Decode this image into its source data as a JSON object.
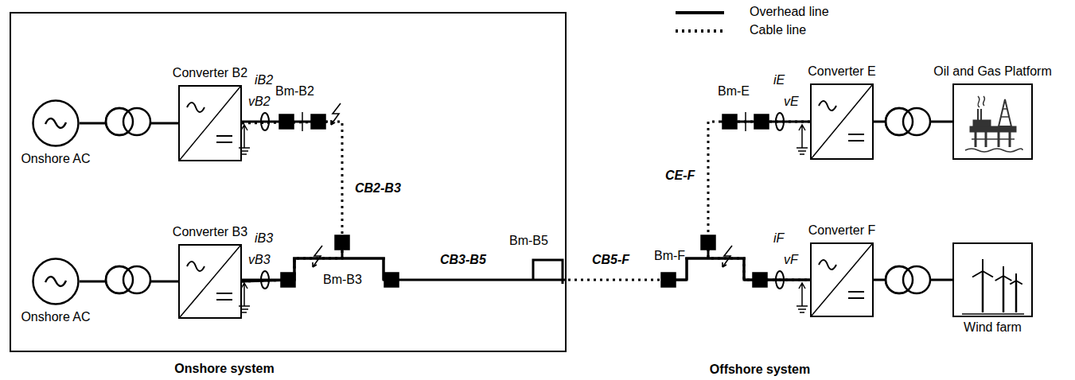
{
  "diagram": {
    "nodes": [
      {
        "text": [
          "Onshore system"
        ]
      },
      {
        "text": [
          "Onshore AC"
        ],
        "in": 0
      },
      {
        "text": [
          "Converter B2"
        ],
        "in": 0
      },
      {
        "text": [
          "Onshore AC"
        ],
        "in": 0
      },
      {
        "text": [
          "Converter B3"
        ],
        "in": 0
      },
      {
        "text": [
          "Converter E"
        ]
      },
      {
        "text": [
          "Oil and Gas Platform"
        ]
      },
      {
        "text": [
          "Converter F"
        ]
      },
      {
        "text": [
          "Wind farm"
        ]
      }
    ],
    "edges": [
      {
        "from": 1,
        "to": 2,
        "arrow": "none"
      },
      {
        "from": 3,
        "to": 4,
        "arrow": "none"
      },
      {
        "from": 2,
        "to": 4,
        "label": "CB2-B3",
        "arrow": "none"
      },
      {
        "from": 4,
        "to": 7,
        "arrow": "none"
      },
      {
        "from": 5,
        "to": 7,
        "label": "CE-F",
        "arrow": "none"
      },
      {
        "from": 5,
        "to": 6,
        "arrow": "none"
      },
      {
        "from": 7,
        "to": 8,
        "arrow": "none"
      }
    ],
    "labels": [
      "iB2",
      "vB2",
      "Bm-B2",
      "iB3",
      "vB3",
      "Bm-B3",
      "CB3-B5",
      "Bm-B5",
      "CB5-F",
      "Bm-F",
      "Bm-E",
      "iE",
      "vE",
      "iF",
      "vF",
      "Offshore system"
    ],
    "legend": [
      {
        "text": "Overhead line"
      },
      {
        "text": "Cable line"
      }
    ]
  }
}
